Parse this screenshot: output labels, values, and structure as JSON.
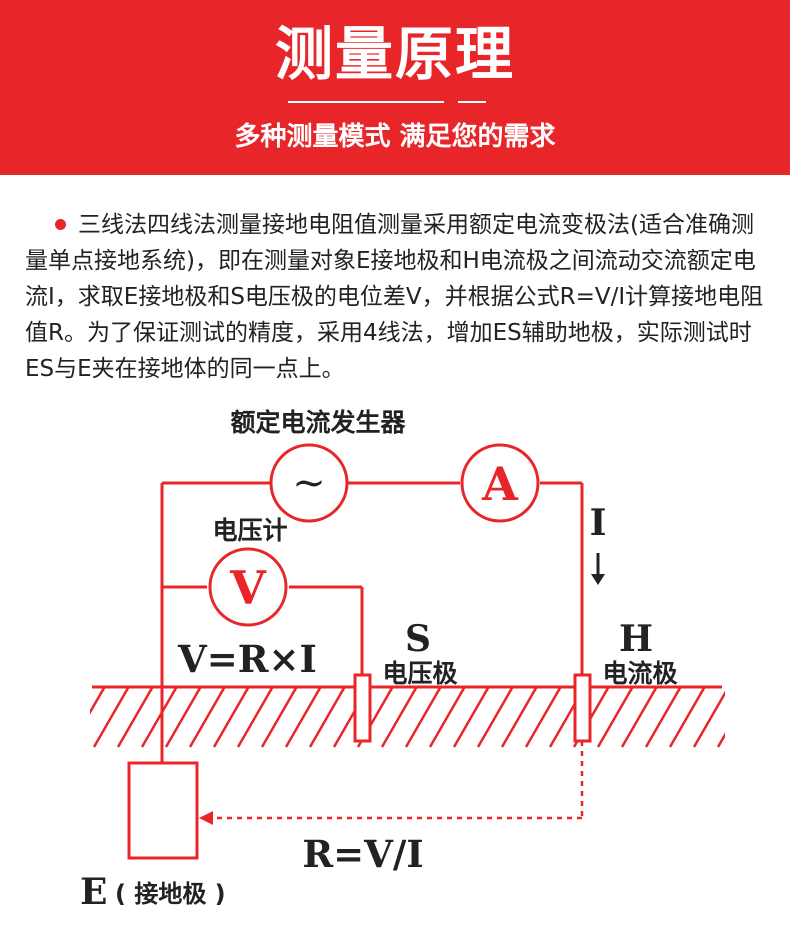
{
  "header": {
    "title": "测量原理",
    "subtitle": "多种测量模式 满足您的需求"
  },
  "description": "三线法四线法测量接地电阻值测量采用额定电流变极法(适合准确测量单点接地系统)，即在测量对象E接地极和H电流极之间流动交流额定电流I，求取E接地极和S电压极的电位差V，并根据公式R=V/I计算接地电阻值R。为了保证测试的精度，采用4线法，增加ES辅助地极，实际测试时ES与E夹在接地体的同一点上。",
  "diagram": {
    "generator_label": "额定电流发生器",
    "generator_symbol": "~",
    "ammeter_symbol": "A",
    "voltmeter_label": "电压计",
    "voltmeter_symbol": "V",
    "current_symbol": "I",
    "formula_v": "V=R×I",
    "s_letter": "S",
    "s_label": "电压极",
    "h_letter": "H",
    "h_label": "电流极",
    "formula_r": "R=V/I",
    "e_letter": "E",
    "e_label": "( 接地极 )",
    "colors": {
      "accent": "#e8262a",
      "text": "#222222"
    }
  }
}
